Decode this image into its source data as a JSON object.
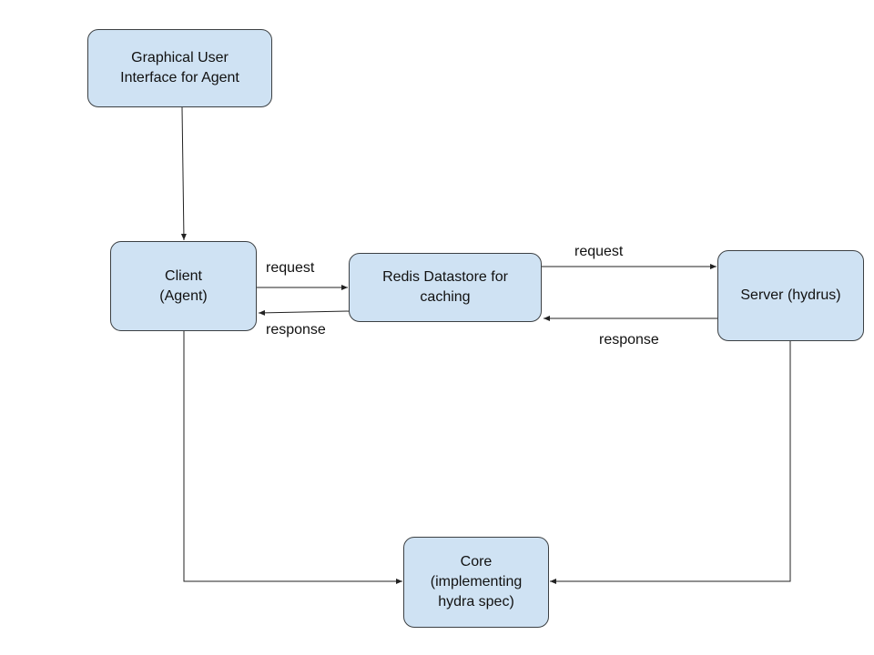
{
  "diagram": {
    "nodes": {
      "gui": {
        "lines": [
          "Graphical User",
          "Interface for Agent"
        ]
      },
      "client": {
        "lines": [
          "Client",
          "(Agent)"
        ]
      },
      "redis": {
        "lines": [
          "Redis Datastore for",
          "caching"
        ]
      },
      "server": {
        "lines": [
          "Server (hydrus)"
        ]
      },
      "core": {
        "lines": [
          "Core",
          "(implementing",
          "hydra spec)"
        ]
      }
    },
    "edges": [
      {
        "from": "gui",
        "to": "client",
        "label": ""
      },
      {
        "from": "client",
        "to": "redis",
        "label": "request"
      },
      {
        "from": "redis",
        "to": "client",
        "label": "response"
      },
      {
        "from": "redis",
        "to": "server",
        "label": "request"
      },
      {
        "from": "server",
        "to": "redis",
        "label": "response"
      },
      {
        "from": "client",
        "to": "core",
        "label": ""
      },
      {
        "from": "server",
        "to": "core",
        "label": ""
      }
    ],
    "colors": {
      "node_fill": "#cfe2f3",
      "node_border": "#3c4043",
      "line": "#222222"
    }
  }
}
